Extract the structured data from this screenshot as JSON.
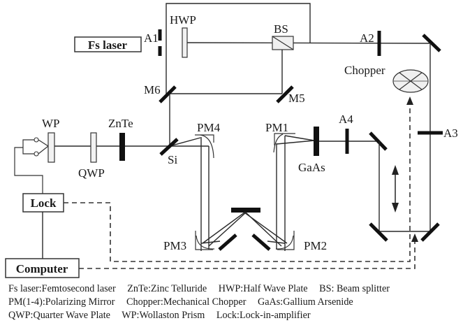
{
  "labels": {
    "fs_laser": "Fs laser",
    "a1": "A1",
    "hwp": "HWP",
    "bs": "BS",
    "a2": "A2",
    "chopper": "Chopper",
    "m6": "M6",
    "m5": "M5",
    "wp": "WP",
    "qwp": "QWP",
    "znte": "ZnTe",
    "si": "Si",
    "pm4": "PM4",
    "pm1": "PM1",
    "gaas": "GaAs",
    "a4": "A4",
    "a3": "A3",
    "lock": "Lock",
    "computer": "Computer",
    "pm3": "PM3",
    "pm2": "PM2"
  },
  "legend": {
    "rows": [
      [
        "Fs laser:Femtosecond laser",
        "ZnTe:Zinc Telluride",
        "HWP:Half Wave Plate",
        "BS: Beam splitter"
      ],
      [
        "PM(1-4):Polarizing Mirror",
        "Chopper:Mechanical Chopper",
        "GaAs:Gallium Arsenide"
      ],
      [
        "QWP:Quarter Wave Plate",
        "WP:Wollaston Prism",
        "Lock:Lock-in-amplifier"
      ]
    ]
  }
}
